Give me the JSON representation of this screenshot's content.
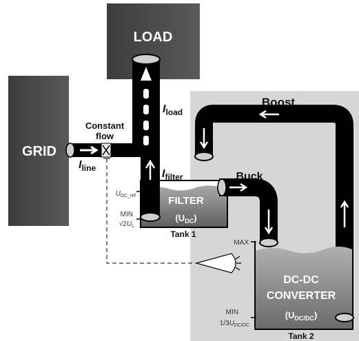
{
  "labels": {
    "load": "LOAD",
    "grid": "GRID",
    "boost": "Boost",
    "buck": "Buck",
    "constant_flow_line1": "Constant",
    "constant_flow_line2": "flow",
    "i_load_main": "I",
    "i_load_sub": "load",
    "i_filter_main": "I",
    "i_filter_sub": "filter",
    "i_line_main": "I",
    "i_line_sub": "line",
    "filter_title": "FILTER",
    "filter_voltage": "(U",
    "filter_voltage_sub": "DC",
    "filter_voltage_close": ")",
    "tank1": "Tank 1",
    "tank2": "Tank 2",
    "udc_ref_main": "U",
    "udc_ref_sub": "DC_ref",
    "min1": "MIN",
    "min1_value_prefix": "√2",
    "min1_value_main": "U",
    "min1_value_sub": "L",
    "max2": "MAX",
    "converter_line1": "DC-DC",
    "converter_line2": "CONVERTER",
    "converter_voltage": "(U",
    "converter_voltage_sub": "DC/DC",
    "converter_voltage_close": ")",
    "min2": "MIN",
    "min2_value_prefix": "1/3",
    "min2_value_main": "U",
    "min2_value_sub": "DC/DC"
  },
  "colors": {
    "load_box": "#4a4a4a",
    "grid_box": "#555555",
    "pipe": "#000000",
    "tank2_background": "#d4d4d4",
    "tank_water": "#8a8a8a",
    "arrow": "#ffffff"
  }
}
